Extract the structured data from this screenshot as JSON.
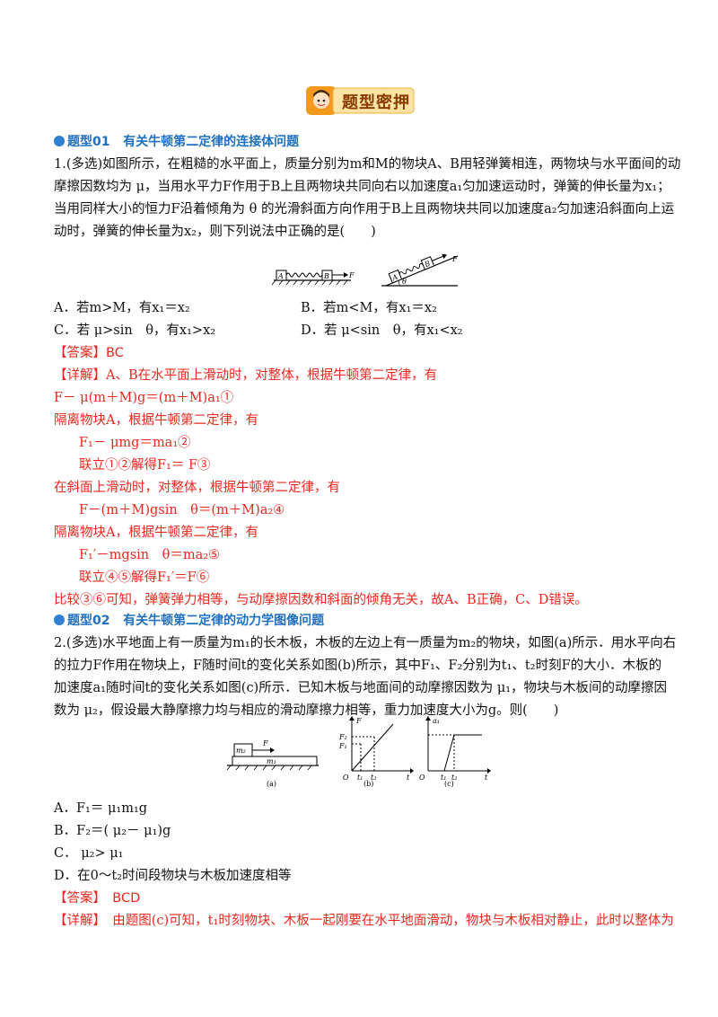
{
  "badge": {
    "title": "题型密押"
  },
  "section1": {
    "heading_num": "题型01",
    "heading_title": "有关牛顿第二定律的连接体问题",
    "q_lines": [
      "1.(多选)如图所示，在粗糙的水平面上，质量分别为m和M的物块A、B用轻弹簧相连，两物块与水平面间的动",
      "摩擦因数均为 μ，当用水平力F作用于B上且两物块共同向右以加速度a₁匀加速运动时，弹簧的伸长量为x₁；",
      "当用同样大小的恒力F沿着倾角为 θ 的光滑斜面方向作用于B上且两物块共同以加速度a₂匀加速沿斜面向上运",
      "动时，弹簧的伸长量为x₂，则下列说法中正确的是(　　)"
    ],
    "options": {
      "A": "A．若m>M，有x₁＝x₂",
      "B": "B．若m<M，有x₁＝x₂",
      "C": "C．若 μ>sin　θ，有x₁>x₂",
      "D": "D．若 μ<sin　θ，有x₁<x₂"
    },
    "answer": "【答案】BC",
    "detail": [
      "【详解】A、B在水平面上滑动时，对整体，根据牛顿第二定律，有",
      "F－ μ(m＋M)g＝(m＋M)a₁①",
      "隔离物块A，根据牛顿第二定律，有",
      "F₁－ μmg＝ma₁②",
      "联立①②解得F₁＝ F③",
      "在斜面上滑动时，对整体，根据牛顿第二定律，有",
      "F－(m＋M)gsin　θ＝(m＋M)a₂④",
      "隔离物块A，根据牛顿第二定律，有",
      "F₁′－mgsin　θ＝ma₂⑤",
      "联立④⑤解得F₁′＝F⑥",
      "比较③⑥可知，弹簧弹力相等，与动摩擦因数和斜面的倾角无关，故A、B正确，C、D错误。"
    ],
    "fig_labels": {
      "A": "A",
      "B": "B",
      "F": "F",
      "theta": "θ"
    }
  },
  "section2": {
    "heading_num": "题型02",
    "heading_title": "有关牛顿第二定律的动力学图像问题",
    "q_lines": [
      "2.(多选)水平地面上有一质量为m₁的长木板，木板的左边上有一质量为m₂的物块，如图(a)所示．用水平向右",
      "的拉力F作用在物块上，F随时间t的变化关系如图(b)所示，其中F₁、F₂分别为t₁、t₂时刻F的大小．木板的",
      "加速度a₁随时间t的变化关系如图(c)所示．已知木板与地面间的动摩擦因数为 μ₁，物块与木板间的动摩擦因",
      "数为 μ₂，假设最大静摩擦力均与相应的滑动摩擦力相等，重力加速度大小为g。则(　　)"
    ],
    "fig_labels": {
      "m2": "m₂",
      "m1": "m₁",
      "F": "F",
      "a": "(a)",
      "b": "(b)",
      "c": "(c)",
      "F2": "F₂",
      "F1": "F₁",
      "O": "O",
      "t1": "t₁",
      "t2": "t₂",
      "t": "t",
      "a1": "a₁"
    },
    "options": {
      "A": "A．F₁＝ μ₁m₁g",
      "B": "B．F₂＝( μ₂－ μ₁)g",
      "C": "C． μ₂> μ₁",
      "D": "D．在0～t₂时间段物块与木板加速度相等"
    },
    "answer": "【答案】　BCD",
    "detail": "【详解】　由题图(c)可知，t₁时刻物块、木板一起刚要在水平地面滑动，物块与木板相对静止，此时以整体为"
  }
}
